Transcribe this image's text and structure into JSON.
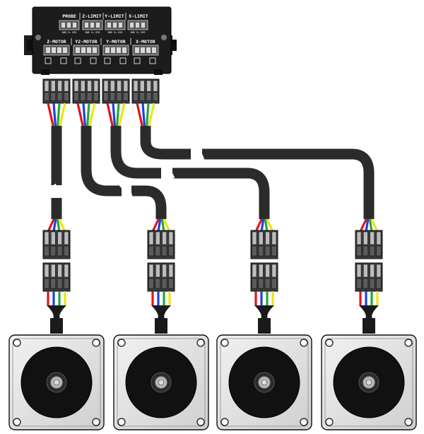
{
  "board": {
    "top_ports": [
      "PROBE",
      "Z-LIMIT",
      "Y-LIMIT",
      "X-LIMIT"
    ],
    "motor_ports": [
      "Z-MOTOR",
      "Y2-MOTOR",
      "Y-MOTOR",
      "X-MOTOR"
    ],
    "pin_hint": "GND S+ DIR"
  },
  "colors": {
    "board": "#1c1c1c",
    "cable": "#2b2b2b",
    "terminal": "#3a3a3a",
    "wire_red": "#e0141e",
    "wire_blue": "#1f3fe0",
    "wire_green": "#22a83a",
    "wire_yellow": "#f0e21a",
    "motor_plate": "#e6e6e6",
    "motor_disc": "#111111"
  },
  "motors": [
    {
      "id": "motor-1",
      "port": "Z-MOTOR"
    },
    {
      "id": "motor-2",
      "port": "Y2-MOTOR"
    },
    {
      "id": "motor-3",
      "port": "Y-MOTOR"
    },
    {
      "id": "motor-4",
      "port": "X-MOTOR"
    }
  ]
}
